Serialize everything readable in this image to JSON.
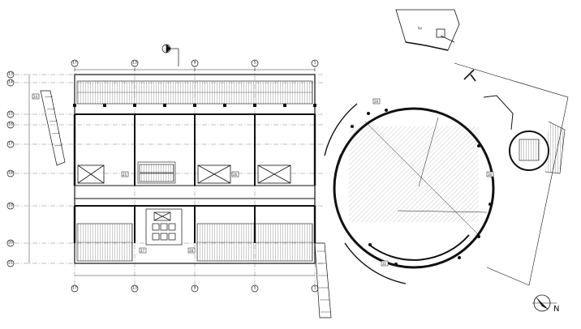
{
  "grid": {
    "columns": [
      "17",
      "13",
      "9",
      "5",
      "1"
    ],
    "rows": [
      "13",
      "14",
      "15",
      "16",
      "17",
      "18",
      "19",
      "20",
      "21"
    ]
  },
  "north_arrow": {
    "label": "N"
  },
  "room_tags": [
    "24",
    "25",
    "26",
    "27",
    "28",
    "29",
    "30",
    "31"
  ],
  "colors": {
    "line": "#111111",
    "background": "#ffffff"
  }
}
